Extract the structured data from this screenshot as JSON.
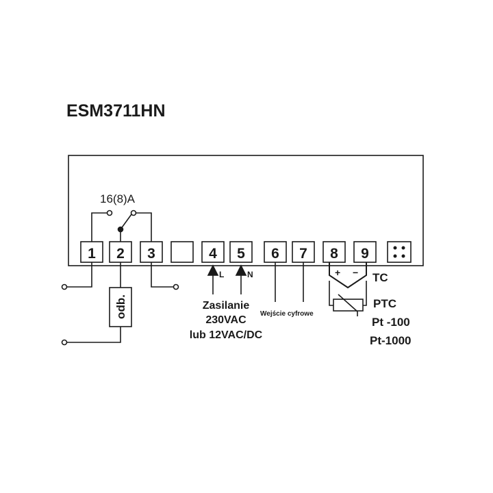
{
  "title": "ESM3711HN",
  "relay_rating": "16(8)A",
  "terminals": [
    "1",
    "2",
    "3",
    "",
    "4",
    "5",
    "6",
    "7",
    "8",
    "9"
  ],
  "load_label": "odb.",
  "power": {
    "l_label": "L",
    "n_label": "N",
    "line1": "Zasilanie",
    "line2": "230VAC",
    "line3": "lub 12VAC/DC"
  },
  "digital_input": "Wejście cyfrowe",
  "sensor": {
    "plus": "+",
    "minus": "−",
    "tc": "TC",
    "ptc": "PTC",
    "pt100": "Pt -100",
    "pt1000": "Pt-1000"
  }
}
